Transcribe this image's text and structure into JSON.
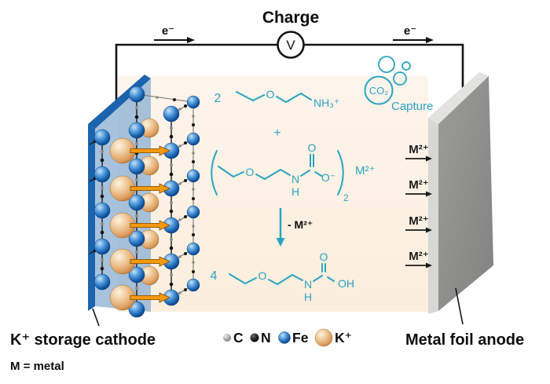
{
  "title": {
    "charge": "Charge",
    "voltmeter": "V"
  },
  "circuit": {
    "electron_left": "e⁻",
    "electron_right": "e⁻"
  },
  "co2_capture": {
    "gas": "CO₂",
    "label": "Capture"
  },
  "reaction": {
    "step1": {
      "coefficient": "2",
      "ether_o": "O",
      "ammonium": "NH₃⁺"
    },
    "plus": "+",
    "step2": {
      "ether_o": "O",
      "amine_n": "N",
      "amine_h": "H",
      "carbonyl_o": "O",
      "carboxylate_o": "O⁻",
      "subscript": "2",
      "counter_ion": "M²⁺"
    },
    "arrow_label": "- M²⁺",
    "step3": {
      "coefficient": "4",
      "ether_o": "O",
      "amine_n": "N",
      "amine_h": "H",
      "carbonyl_o": "O",
      "hydroxyl": "OH"
    }
  },
  "anode_ions": {
    "labels": [
      "M²⁺",
      "M²⁺",
      "M²⁺",
      "M²⁺"
    ]
  },
  "footer": {
    "cathode_label": "K⁺ storage cathode",
    "anode_label": "Metal foil anode",
    "metal_note": "M = metal"
  },
  "legend": {
    "items": [
      {
        "symbol": "C",
        "color": "#9b9b9b"
      },
      {
        "symbol": "N",
        "color": "#161616"
      },
      {
        "symbol": "Fe",
        "color": "#1a6ab8"
      },
      {
        "symbol": "K⁺",
        "color": "#dfa96e"
      }
    ]
  },
  "colors": {
    "chemistry_teal": "#2aa3bf",
    "cell_background": "#fbf0e3",
    "cathode_blue": "#1b64ad",
    "anode_gray": "#8e8e8c",
    "arrow_orange": "#f5990f"
  }
}
